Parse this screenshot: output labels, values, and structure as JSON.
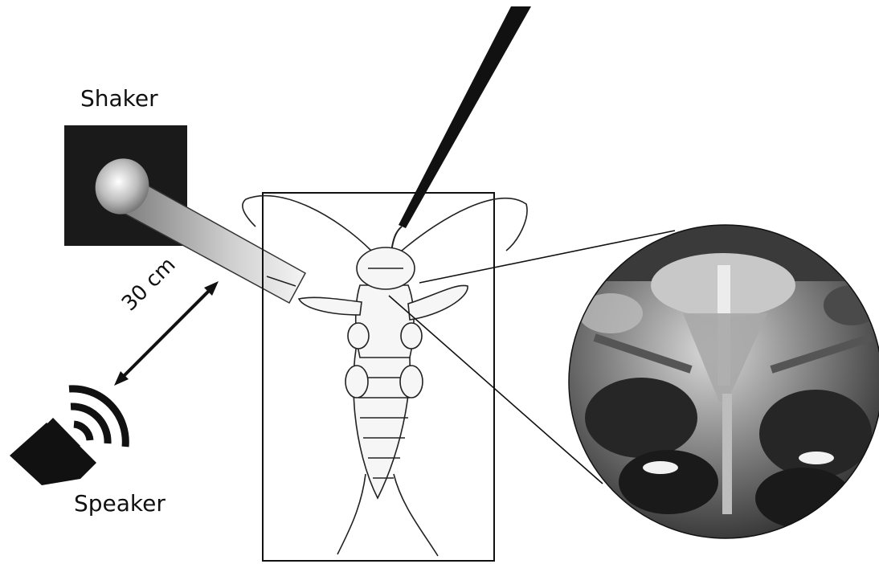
{
  "labels": {
    "shaker": "Shaker",
    "speaker": "Speaker",
    "distance": "30 cm"
  },
  "icons": {
    "speaker": "speaker-icon",
    "sound_waves": "sound-waves-icon"
  },
  "colors": {
    "ink": "#111111",
    "shaker_box": "#1a1a1a"
  }
}
